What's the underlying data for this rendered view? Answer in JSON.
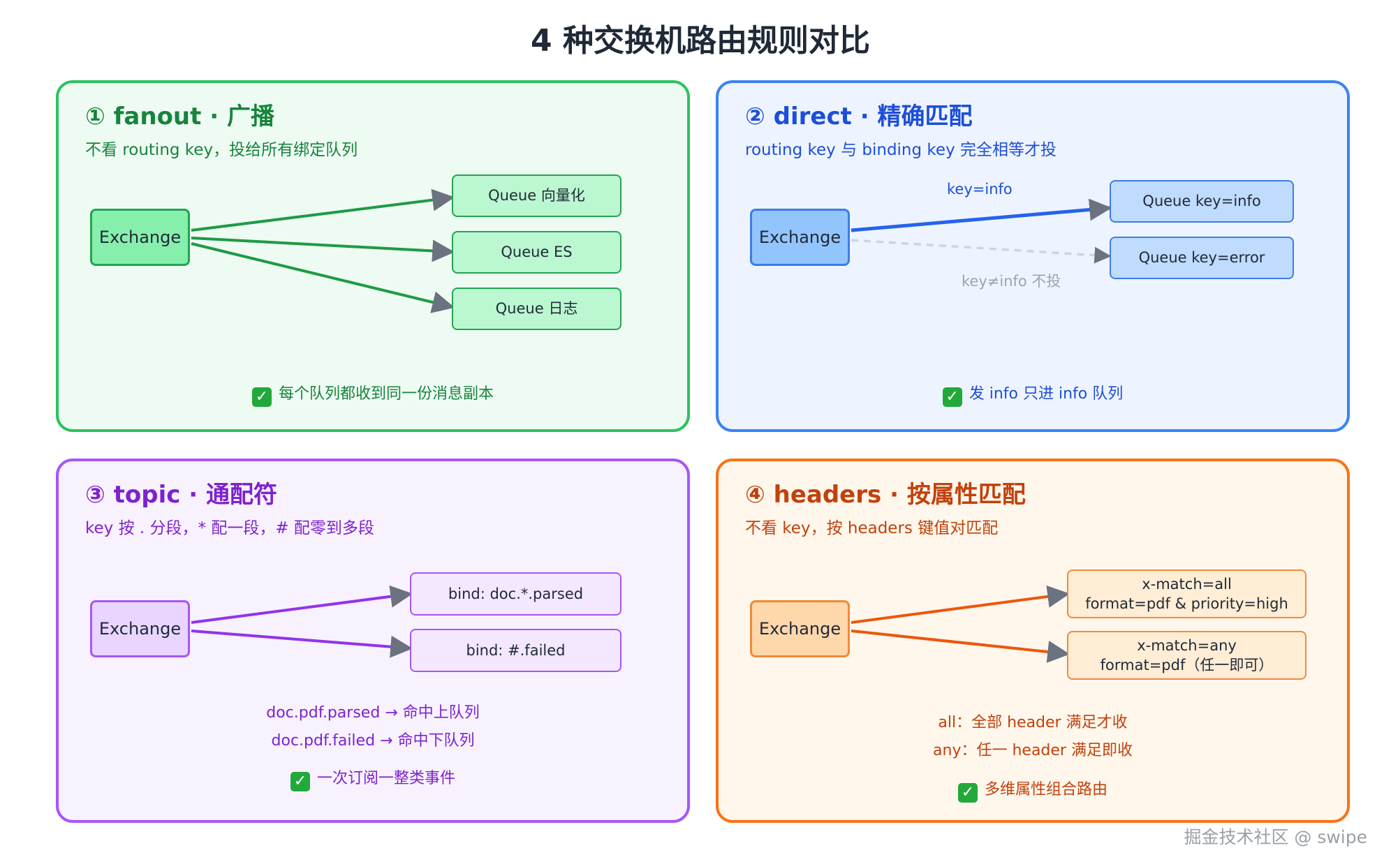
{
  "title": "4 种交换机路由规则对比",
  "watermark": "掘金技术社区 @ swipe",
  "panels": {
    "fanout": {
      "title": "① fanout · 广播",
      "subtitle": "不看 routing key，投给所有绑定队列",
      "exchange": "Exchange",
      "queues": [
        "Queue 向量化",
        "Queue ES",
        "Queue 日志"
      ],
      "conclusion": "每个队列都收到同一份消息副本",
      "colors": {
        "border": "#2cc25f",
        "bg": "#eefbf3",
        "text": "#17843c",
        "box_bg": "#86efac",
        "box_border": "#22a550",
        "queue_bg": "#bbf7d0",
        "edge": "#1f9a45"
      }
    },
    "direct": {
      "title": "② direct · 精确匹配",
      "subtitle": "routing key 与 binding key 完全相等才投",
      "exchange": "Exchange",
      "queues": [
        "Queue key=info",
        "Queue key=error"
      ],
      "edge_labels": [
        "key=info",
        "key≠info 不投"
      ],
      "conclusion": "发 info 只进 info 队列",
      "colors": {
        "border": "#3b82f6",
        "bg": "#eef4ff",
        "text": "#1d4ed8",
        "box_bg": "#93c5fd",
        "box_border": "#3b7de6",
        "queue_bg": "#bfdbfe",
        "edge": "#2563eb",
        "edge_muted": "#cbd5e1",
        "label_muted": "#9ca3af"
      }
    },
    "topic": {
      "title": "③ topic · 通配符",
      "subtitle": "key 按 . 分段，* 配一段，# 配零到多段",
      "exchange": "Exchange",
      "queues": [
        "bind: doc.*.parsed",
        "bind: #.failed"
      ],
      "notes": [
        "doc.pdf.parsed → 命中上队列",
        "doc.pdf.failed → 命中下队列"
      ],
      "conclusion": "一次订阅一整类事件",
      "colors": {
        "border": "#a855f7",
        "bg": "#f8f2ff",
        "text": "#7e22ce",
        "box_bg": "#e9d5ff",
        "box_border": "#a855f7",
        "queue_bg": "#f3e8ff",
        "edge": "#9333ea"
      }
    },
    "headers": {
      "title": "④ headers · 按属性匹配",
      "subtitle": "不看 key，按 headers 键值对匹配",
      "exchange": "Exchange",
      "queues": [
        {
          "line1": "x-match=all",
          "line2": "format=pdf & priority=high"
        },
        {
          "line1": "x-match=any",
          "line2": "format=pdf（任一即可）"
        }
      ],
      "notes": [
        "all：全部 header 满足才收",
        "any：任一 header 满足即收"
      ],
      "conclusion": "多维属性组合路由",
      "colors": {
        "border": "#f97316",
        "bg": "#fff7ec",
        "text": "#c2410c",
        "box_bg": "#fed7aa",
        "box_border": "#f08a3a",
        "queue_bg": "#ffedd5",
        "edge": "#ea580c"
      }
    }
  }
}
